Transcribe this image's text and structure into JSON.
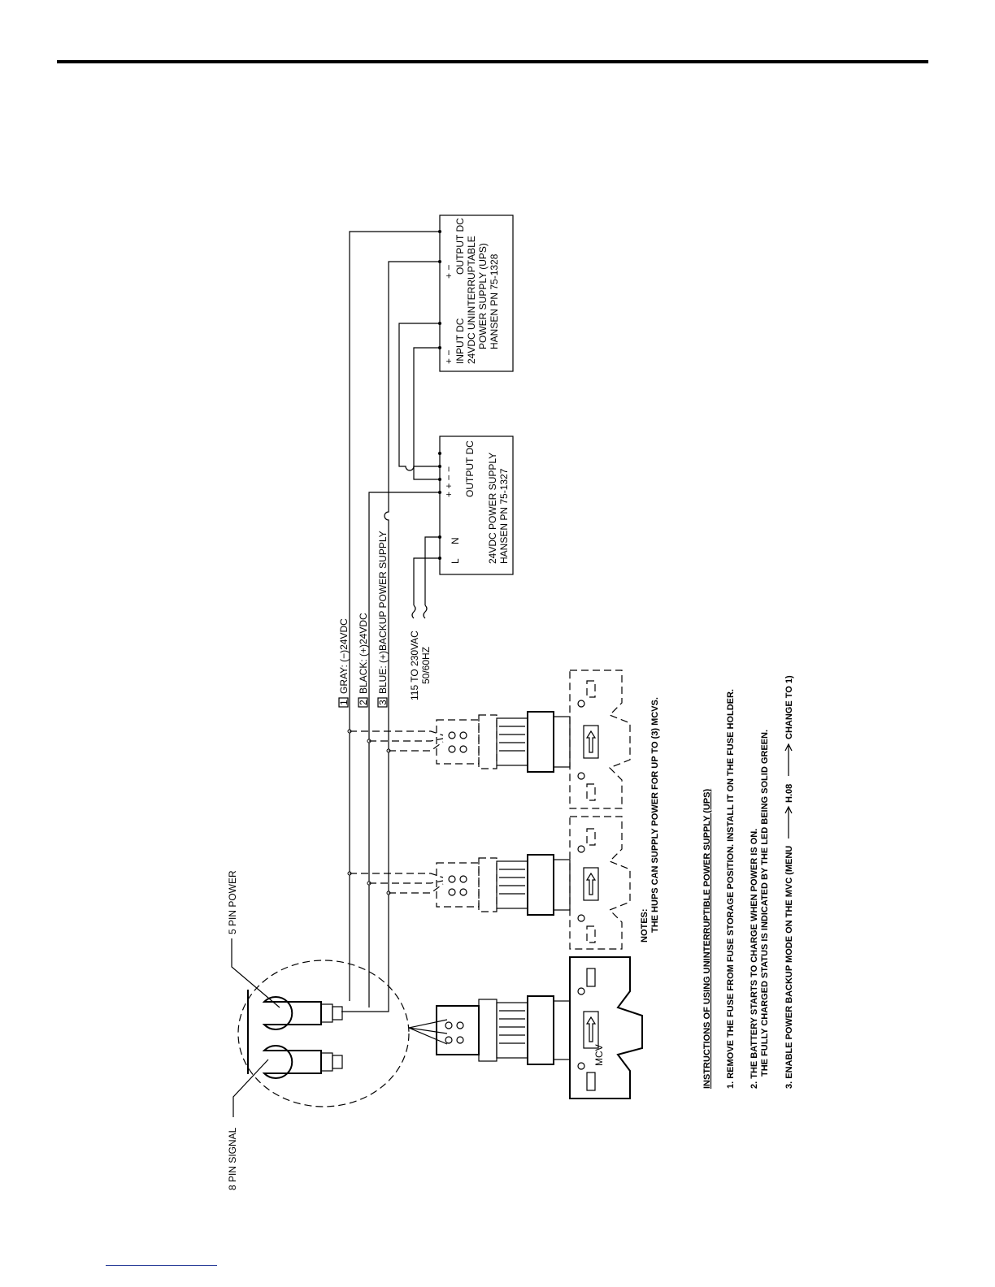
{
  "ups_box": {
    "line1_left": "+ −",
    "line1_right": "+ −",
    "line2_left": "INPUT DC",
    "line2_right": "OUTPUT DC",
    "line3": "24VDC UNINTERRUPTABLE",
    "line4": "POWER SUPPLY (UPS)",
    "line5": "HANSEN PN 75-1328"
  },
  "psu_box": {
    "terminals": "+ + − −",
    "output_label": "OUTPUT DC",
    "l": "L",
    "n": "N",
    "line1": "24VDC POWER SUPPLY",
    "line2": "HANSEN PN 75-1327"
  },
  "wires": {
    "w1_num": "1",
    "w1": "GRAY: (−)24VDC",
    "w2_num": "2",
    "w2": "BLACK: (+)24VDC",
    "w3_num": "3",
    "w3": "BLUE: (+)BACKUP POWER SUPPLY"
  },
  "ac_input": {
    "line1": "115 TO 230VAC",
    "line2": "50/60HZ"
  },
  "connectors": {
    "pin5": "5 PIN POWER",
    "pin8": "8 PIN SIGNAL",
    "mcv": "MCV"
  },
  "notes": {
    "heading": "NOTES:",
    "text": "THE HUPS CAN SUPPLY POWER FOR UP TO (3) MCVS."
  },
  "instructions": {
    "heading": "INSTRUCTIONS OF USING UNINTERRUPTIBLE POWER SUPPLY (UPS)",
    "step1": "1.  REMOVE THE FUSE FROM FUSE STORAGE POSITION.  INSTALL IT ON THE FUSE HOLDER.",
    "step2a": "2.  THE BATTERY STARTS TO CHARGE WHEN POWER IS ON.",
    "step2b": "THE FULLY CHARGED STATUS IS INDICATED BY THE LED BEING SOLID GREEN.",
    "step3a": "3.  ENABLE POWER BACKUP MODE ON THE MVC (MENU",
    "step3b": "H.08",
    "step3c": "CHANGE TO 1)"
  }
}
